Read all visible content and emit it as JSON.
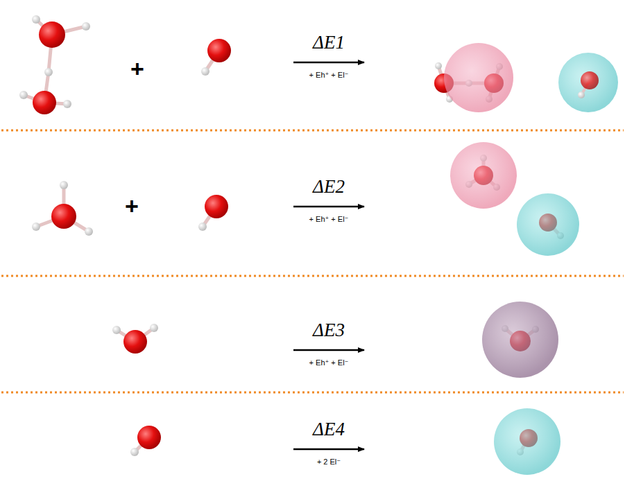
{
  "diagram": {
    "labels": [
      "+",
      "ΔE1",
      "+ Eh⁺ + El⁻",
      "+",
      "ΔE2",
      "+ Eh⁺ + El⁻",
      "ΔE3",
      "+ Eh⁺ + El⁻",
      "ΔE4",
      "+ 2 El⁻"
    ]
  }
}
